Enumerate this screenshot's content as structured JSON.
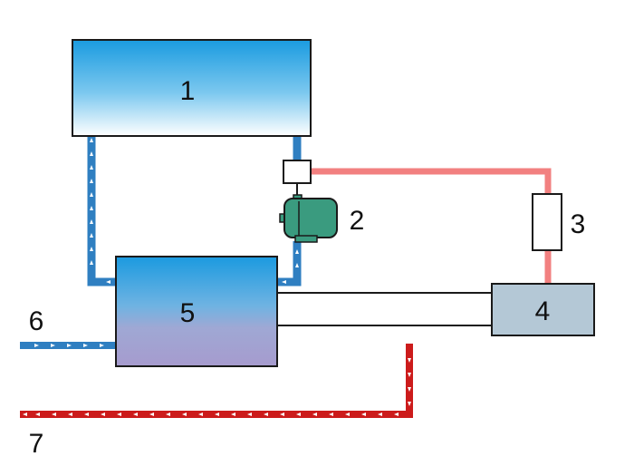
{
  "labels": {
    "tank_upper": "1",
    "pump": "2",
    "component_3": "3",
    "unit_4": "4",
    "tank_lower": "5",
    "inlet": "6",
    "outlet": "7"
  },
  "colors": {
    "cold_pipe": "#2f7fc1",
    "hot_pipe": "#cc1b1b",
    "warm_link": "#f28080",
    "pump_body": "#3a9b7f",
    "unit_4_fill": "#b4c8d6",
    "outline": "#1a1a1a"
  }
}
